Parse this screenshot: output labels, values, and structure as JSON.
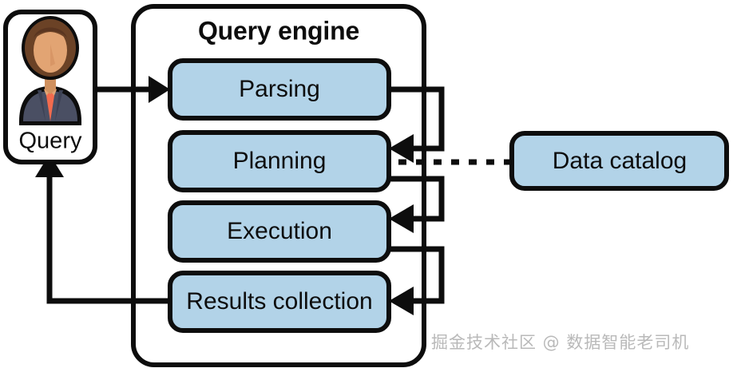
{
  "diagram": {
    "title": "Query engine",
    "actor": {
      "label": "Query",
      "icon": "user-avatar-icon"
    },
    "stages": [
      {
        "id": "parsing",
        "label": "Parsing"
      },
      {
        "id": "planning",
        "label": "Planning"
      },
      {
        "id": "execution",
        "label": "Execution"
      },
      {
        "id": "results-collection",
        "label": "Results collection"
      }
    ],
    "external": [
      {
        "id": "data-catalog",
        "label": "Data catalog",
        "link_style": "dotted"
      }
    ],
    "watermark": "掘金技术社区 @ 数据智能老司机",
    "colors": {
      "box_fill": "#b2d3e8",
      "stroke": "#0d0d0d",
      "background": "#ffffff",
      "watermark": "#b9b9b9",
      "avatar_hair": "#6b4226",
      "avatar_skin": "#e2a473",
      "avatar_suit": "#4a4f63",
      "avatar_tie": "#f26b4e"
    }
  }
}
